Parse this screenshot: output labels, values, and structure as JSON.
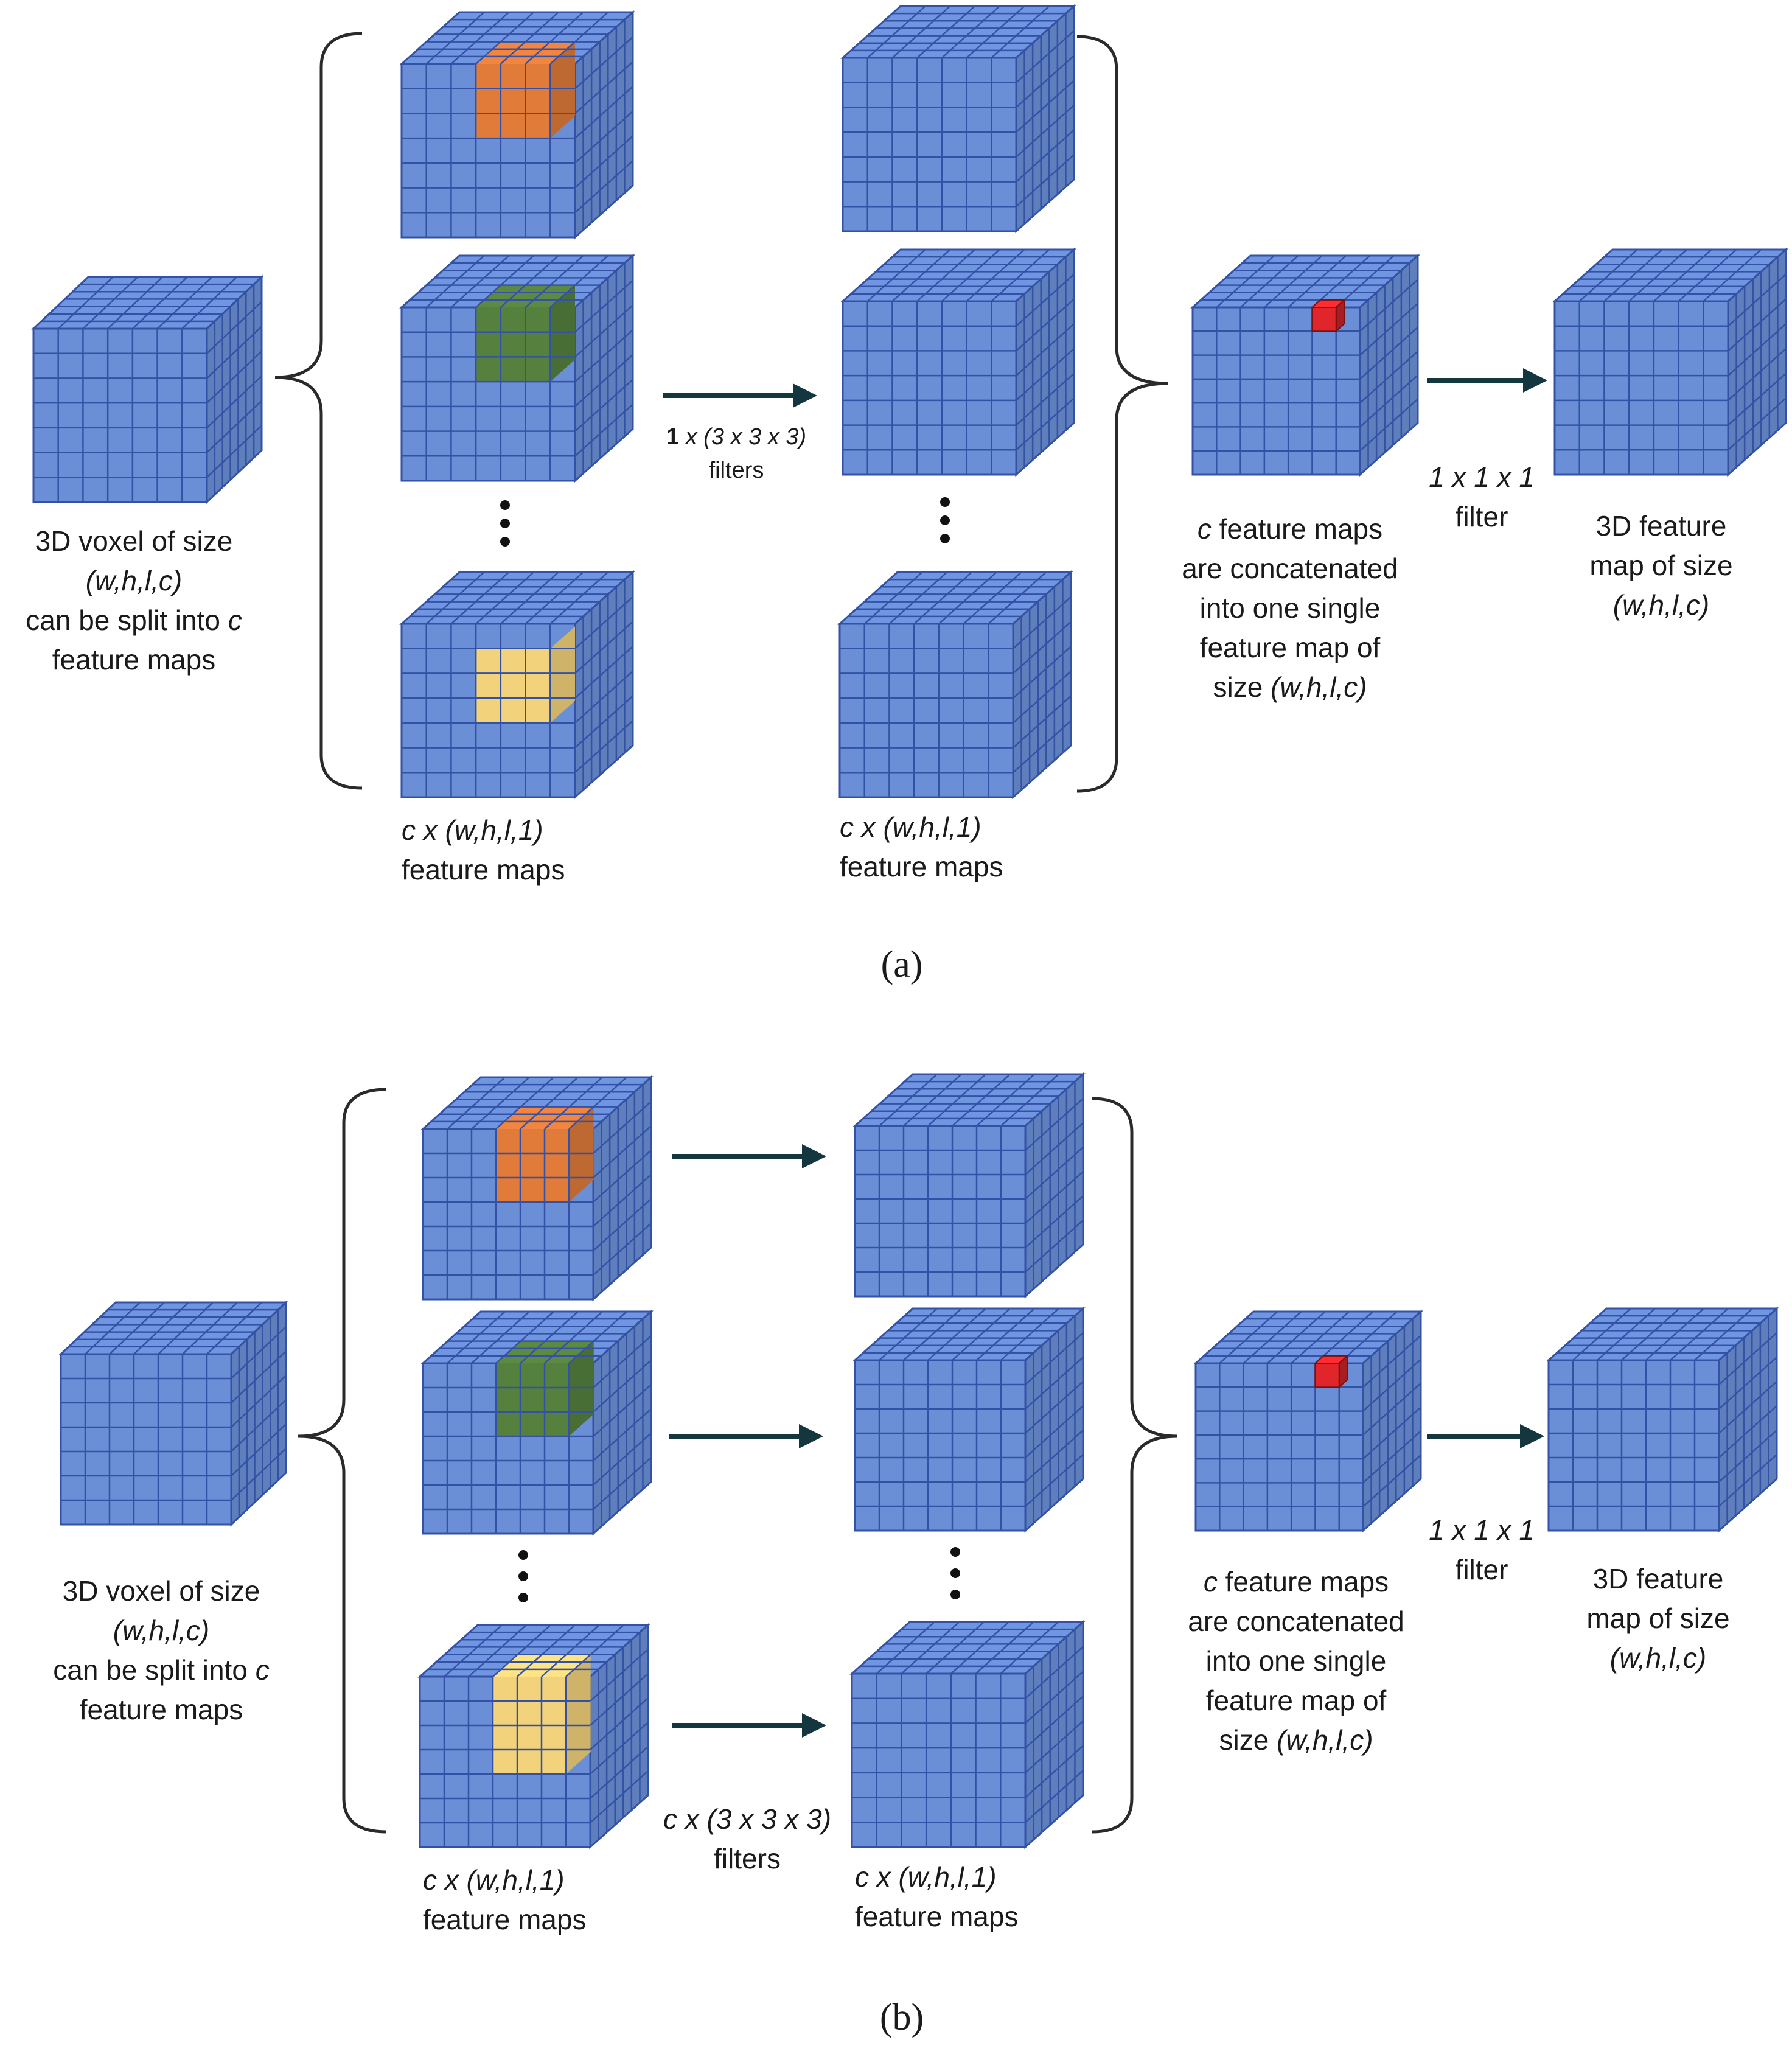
{
  "colors": {
    "cube": "#6b8fd6",
    "cube_grid": "#3352a6",
    "filter_orange": "#e07b3a",
    "filter_green": "#55803e",
    "filter_yellow": "#f2d27a",
    "output_voxel": "#e0262b",
    "arrow": "#13363f"
  },
  "panel_a": {
    "input": {
      "line1": "3D voxel of size",
      "line2": "(w,h,l,c)",
      "line3_pre": "can be split into ",
      "line3_var": "c",
      "line4": "feature maps"
    },
    "split_maps": {
      "line1": "c x (w,h,l,1)",
      "line2": "feature maps"
    },
    "filters": {
      "count": "1",
      "size": " x (3 x 3 x 3)",
      "label": "filters"
    },
    "conv_maps": {
      "line1": "c x (w,h,l,1)",
      "line2": "feature maps"
    },
    "concat": {
      "line1_var": "c",
      "line1_rest": " feature maps",
      "line2": "are concatenated",
      "line3": "into one single",
      "line4": "feature map of",
      "line5_pre": "size ",
      "line5_var": "(w,h,l,c)"
    },
    "pointwise": {
      "line1": "1 x 1 x 1",
      "line2": "filter"
    },
    "output": {
      "line1": "3D feature",
      "line2": "map of size",
      "line3": "(w,h,l,c)"
    },
    "caption": "(a)"
  },
  "panel_b": {
    "input": {
      "line1": "3D voxel of size",
      "line2": "(w,h,l,c)",
      "line3_pre": "can be split into ",
      "line3_var": "c",
      "line4": "feature maps"
    },
    "split_maps": {
      "line1": "c x (w,h,l,1)",
      "line2": "feature maps"
    },
    "filters": {
      "line1": "c x (3 x 3 x 3)",
      "label": "filters"
    },
    "conv_maps": {
      "line1": "c x (w,h,l,1)",
      "line2": "feature maps"
    },
    "concat": {
      "line1_var": "c",
      "line1_rest": " feature maps",
      "line2": "are concatenated",
      "line3": "into one single",
      "line4": "feature map of",
      "line5_pre": "size ",
      "line5_var": "(w,h,l,c)"
    },
    "pointwise": {
      "line1": "1 x 1 x 1",
      "line2": "filter"
    },
    "output": {
      "line1": "3D feature",
      "line2": "map of size",
      "line3": "(w,h,l,c)"
    },
    "caption": "(b)"
  }
}
